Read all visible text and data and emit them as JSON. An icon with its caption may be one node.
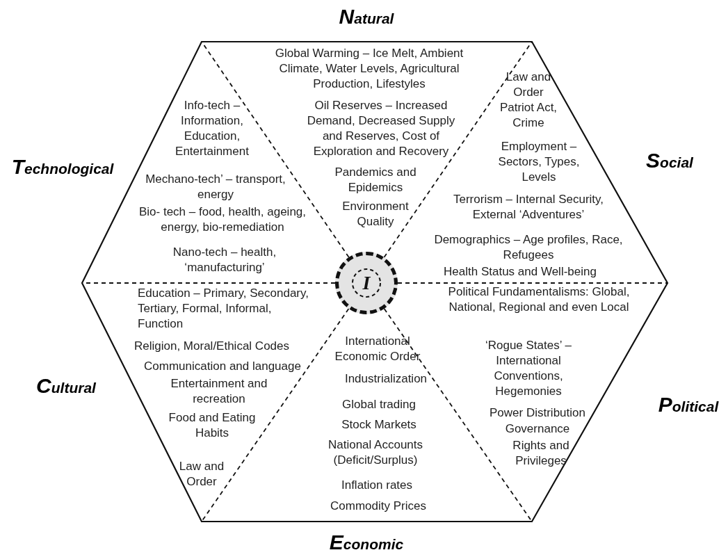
{
  "diagram": {
    "nodes": [
      {
        "text": [],
        "shape": "hexagon"
      },
      {
        "text": [
          "I"
        ],
        "in": 0
      }
    ],
    "labels": [
      "Natural",
      "Global Warming – Ice Melt, Ambient Climate, Water Levels, Agricultural Production, Lifestyles",
      "Oil Reserves – Increased Demand, Decreased Supply and Reserves, Cost of Exploration and Recovery",
      "Pandemics and Epidemics",
      "Environment Quality",
      "Technological",
      "Info-tech – Information, Education, Entertainment",
      "Mechano-tech’ – transport, energy",
      "Bio- tech – food, health, ageing, energy, bio-remediation",
      "Nano-tech – health, ‘manufacturing’",
      "Social",
      "Law and Order Patriot Act, Crime",
      "Employment – Sectors, Types, Levels",
      "Terrorism – Internal Security, External ‘Adventures’",
      "Demographics – Age profiles, Race, Refugees",
      "Health Status and Well-being",
      "Cultural",
      "Education – Primary, Secondary, Tertiary, Formal, Informal, Function",
      "Religion, Moral/Ethical Codes",
      "Communication and language",
      "Entertainment and recreation",
      "Food and Eating Habits",
      "Law and Order",
      "Political",
      "Political Fundamentalisms:  Global, National, Regional and even Local",
      "‘Rogue States’ – International Conventions, Hegemonies",
      "Power Distribution",
      "Governance",
      "Rights and Privileges",
      "International Economic Order",
      "Industrialization",
      "Global trading",
      "Stock Markets",
      "National Accounts (Deficit/Surplus)",
      "Inflation rates",
      "Commodity Prices",
      "Economic"
    ]
  }
}
